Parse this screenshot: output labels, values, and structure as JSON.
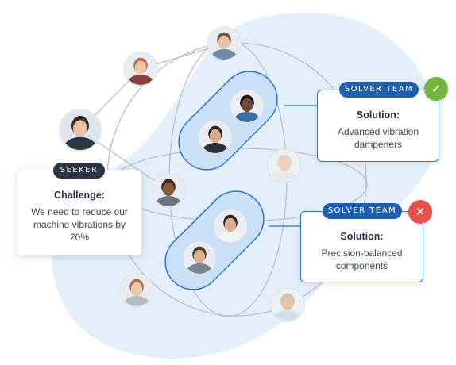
{
  "seeker": {
    "badge": "SEEKER",
    "heading": "Challenge:",
    "text": "We need to reduce our machine vibrations by 20%"
  },
  "solver_teams": [
    {
      "badge": "SOLVER TEAM",
      "heading": "Solution:",
      "text": "Advanced vibration dampeners",
      "status": "accepted",
      "status_icon": "check-icon",
      "status_color": "#71b63b"
    },
    {
      "badge": "SOLVER TEAM",
      "heading": "Solution:",
      "text": "Precision-balanced components",
      "status": "rejected",
      "status_icon": "close-icon",
      "status_color": "#e8504e"
    }
  ],
  "colors": {
    "solver_blue": "#1e5fae",
    "seeker_dark": "#2b3541",
    "background_blob": "#e3f0fb",
    "team_capsule": "#c9e0f7",
    "network_line": "#b9bfc6"
  }
}
